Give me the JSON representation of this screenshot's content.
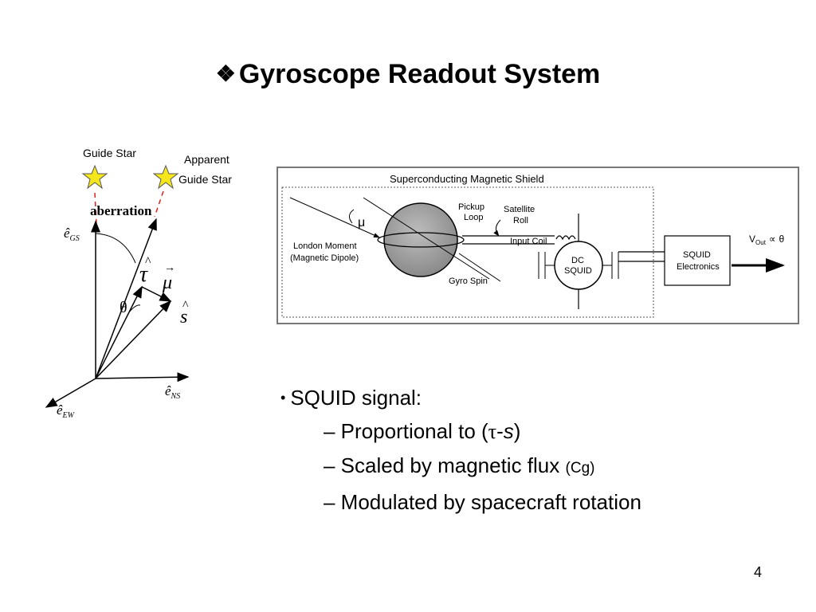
{
  "title": {
    "icon": "diamond-bullet-icon",
    "text": "Gyroscope Readout System"
  },
  "left_diagram": {
    "guide_star": "Guide Star",
    "apparent_line1": "Apparent",
    "apparent_line2": "Guide Star",
    "aberration": "aberration",
    "e_gs_hat": "ê",
    "e_gs_sub": "GS",
    "e_ns_hat": "ê",
    "e_ns_sub": "NS",
    "e_ew_hat": "ê",
    "e_ew_sub": "EW",
    "tau": "τ",
    "tau_hat": "^",
    "mu": "μ",
    "mu_arrow": "→",
    "s": "s",
    "s_hat": "^",
    "theta": "θ",
    "star_color": "#f5e71c"
  },
  "schematic": {
    "shield": "Superconducting Magnetic Shield",
    "mu": "μ",
    "london1": "London Moment",
    "london2": "(Magnetic Dipole)",
    "pickup1": "Pickup",
    "pickup2": "Loop",
    "sat1": "Satellite",
    "sat2": "Roll",
    "input_coil": "Input Coil",
    "gyro_spin": "Gyro Spin",
    "dc1": "DC",
    "dc2": "SQUID",
    "elec1": "SQUID",
    "elec2": "Electronics",
    "vout_v": "V",
    "vout_sub": "Out",
    "vout_prop": "∝",
    "vout_theta": "θ"
  },
  "bullets": {
    "main": "SQUID signal:",
    "sub1_pre": "– Proportional to (",
    "sub1_tau": "τ",
    "sub1_dash": "-",
    "sub1_s": "s",
    "sub1_post": ")",
    "sub2": "– Scaled by magnetic flux",
    "sub2_small": "(Cg)",
    "sub3": "– Modulated by spacecraft rotation"
  },
  "slide_number": "4"
}
